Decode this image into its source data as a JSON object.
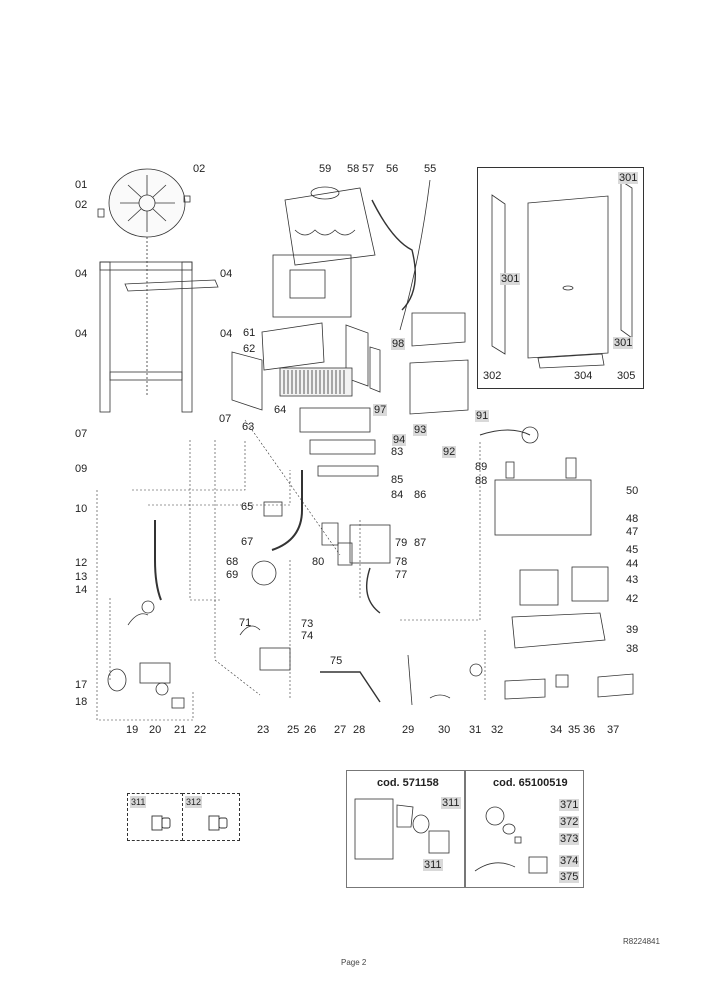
{
  "document": {
    "type": "exploded parts diagram",
    "page_label": "Page 2",
    "drawing_code": "R8224841"
  },
  "labels": {
    "p01": "01",
    "p02a": "02",
    "p02b": "02",
    "p04a": "04",
    "p04b": "04",
    "p04c": "04",
    "p04d": "04",
    "p07a": "07",
    "p07b": "07",
    "p09": "09",
    "p10": "10",
    "p12": "12",
    "p13": "13",
    "p14": "14",
    "p17": "17",
    "p18": "18",
    "p19": "19",
    "p20": "20",
    "p21": "21",
    "p22": "22",
    "p23": "23",
    "p25": "25",
    "p26": "26",
    "p27": "27",
    "p28": "28",
    "p29": "29",
    "p30": "30",
    "p31": "31",
    "p32": "32",
    "p34": "34",
    "p35": "35",
    "p36": "36",
    "p37": "37",
    "p38": "38",
    "p39": "39",
    "p42": "42",
    "p43": "43",
    "p44": "44",
    "p45": "45",
    "p47": "47",
    "p48": "48",
    "p50": "50",
    "p55": "55",
    "p56": "56",
    "p57": "57",
    "p58": "58",
    "p59": "59",
    "p61": "61",
    "p62": "62",
    "p63": "63",
    "p64": "64",
    "p65": "65",
    "p67": "67",
    "p68": "68",
    "p69": "69",
    "p71": "71",
    "p73": "73",
    "p74": "74",
    "p75": "75",
    "p77": "77",
    "p78": "78",
    "p79": "79",
    "p80": "80",
    "p83": "83",
    "p84": "84",
    "p85": "85",
    "p86": "86",
    "p87": "87",
    "p88": "88",
    "p89": "89",
    "p91": "91",
    "p92": "92",
    "p93": "93",
    "p94": "94",
    "p97": "97",
    "p98": "98"
  },
  "casing_inset": {
    "labels": {
      "p301a": "301",
      "p301b": "301",
      "p301c": "301",
      "p302": "302",
      "p304": "304",
      "p305": "305"
    }
  },
  "fittings_box": {
    "items": [
      {
        "code": "311"
      },
      {
        "code": "312"
      }
    ]
  },
  "kits": [
    {
      "title": "cod. 571158",
      "parts": [
        "311",
        "311"
      ]
    },
    {
      "title": "cod. 65100519",
      "parts": [
        "371",
        "372",
        "373",
        "374",
        "375"
      ]
    }
  ]
}
